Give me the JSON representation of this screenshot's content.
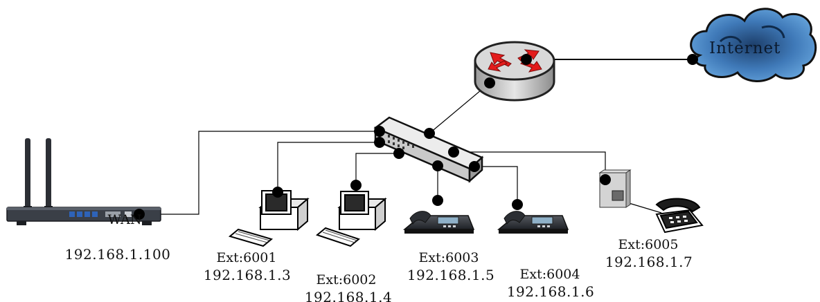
{
  "colors": {
    "line": "#000000",
    "router_body": "#d9d9d9",
    "router_arrow": "#e31c1c",
    "cloud_fill": "#5b9bd5",
    "device_dark": "#3a3f47",
    "port_blue": "#2e63b8"
  },
  "internet": {
    "label": "Internet",
    "icon": "cloud-icon"
  },
  "router": {
    "icon": "router-icon"
  },
  "switch": {
    "icon": "switch-icon"
  },
  "gateway": {
    "icon": "wireless-gateway-icon",
    "port_label": "WAN",
    "ip": "192.168.1.100"
  },
  "endpoints": [
    {
      "icon": "desktop-computer-icon",
      "ext": "Ext:6001",
      "ip": "192.168.1.3"
    },
    {
      "icon": "desktop-computer-icon",
      "ext": "Ext:6002",
      "ip": "192.168.1.4"
    },
    {
      "icon": "ip-phone-icon",
      "ext": "Ext:6003",
      "ip": "192.168.1.5"
    },
    {
      "icon": "ip-phone-icon",
      "ext": "Ext:6004",
      "ip": "192.168.1.6"
    },
    {
      "icon": "ata-with-analog-phone-icon",
      "ext": "Ext:6005",
      "ip": "192.168.1.7"
    }
  ]
}
